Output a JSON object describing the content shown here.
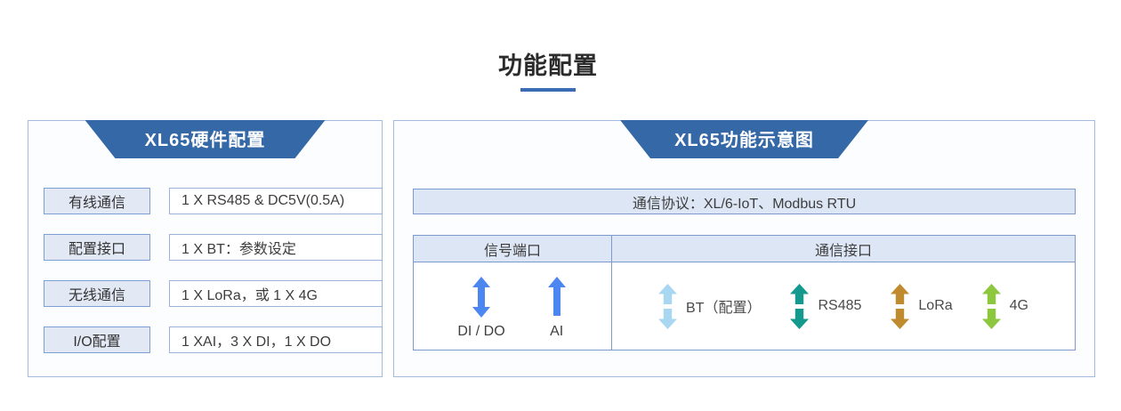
{
  "title": {
    "text": "功能配置"
  },
  "hardware": {
    "header": "XL65硬件配置",
    "rows": [
      {
        "label": "有线通信",
        "value": "1 X RS485 & DC5V(0.5A)"
      },
      {
        "label": "配置接口",
        "value": "1 X BT：参数设定"
      },
      {
        "label": "无线通信",
        "value": "1 X LoRa，或 1 X 4G"
      },
      {
        "label": "I/O配置",
        "value": "1 XAI，3 X DI，1 X DO"
      }
    ]
  },
  "diagram": {
    "header": "XL65功能示意图",
    "protocol": "通信协议：XL/6-IoT、Modbus RTU",
    "signal_header": "信号端口",
    "comm_header": "通信接口",
    "signal_items": [
      {
        "label": "DI / DO",
        "arrow": "up-down-arrow",
        "color": "#4c86f0"
      },
      {
        "label": "AI",
        "arrow": "up-arrow",
        "color": "#4c86f0"
      }
    ],
    "comm_items": [
      {
        "label": "BT（配置）",
        "arrow": "split-up-down-arrow",
        "color": "#a9d7f2"
      },
      {
        "label": "RS485",
        "arrow": "split-up-down-arrow",
        "color": "#13998e"
      },
      {
        "label": "LoRa",
        "arrow": "split-up-down-arrow",
        "color": "#c08a2e"
      },
      {
        "label": "4G",
        "arrow": "split-up-down-arrow",
        "color": "#8dc73e"
      }
    ]
  },
  "colors": {
    "header_banner": "#3568a6",
    "title_underline": "#3a6db5",
    "panel_border": "#a3bbde",
    "table_border": "#7e99cb",
    "light_blue_fill": "#dde6f4"
  }
}
